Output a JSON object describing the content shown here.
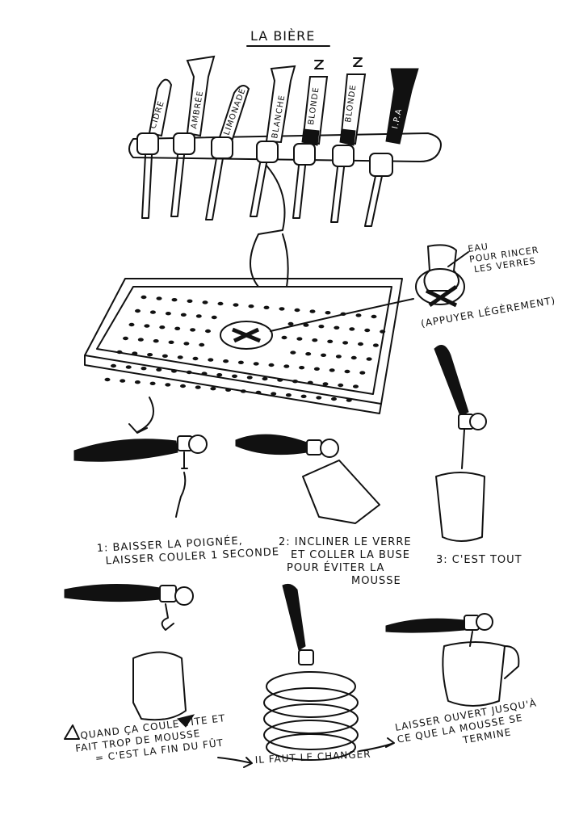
{
  "title": "LA BIÈRE",
  "taps": [
    "CIDRE",
    "AMBRÉE",
    "LIMONADE",
    "BLANCHE",
    "BLONDE",
    "BLONDE",
    "I.P.A"
  ],
  "rinser": {
    "note_lines": [
      "EAU",
      "POUR RINCER",
      "LES VERRES"
    ],
    "instruction": "(APPUYER LÉGÈREMENT)"
  },
  "steps": [
    {
      "lines": [
        "1: BAISSER LA POIGNÉE,",
        "LAISSER COULER 1 SECONDE"
      ]
    },
    {
      "lines": [
        "2: INCLINER LE VERRE",
        "ET COLLER LA BUSE",
        "POUR ÉVITER LA",
        "MOUSSE"
      ]
    },
    {
      "lines": [
        "3: C'EST TOUT"
      ]
    }
  ],
  "keg_change": {
    "warning_lines": [
      "QUAND ÇA COULE VITE ET",
      "FAIT TROP DE MOUSSE",
      "= C'EST LA FIN DU FÛT"
    ],
    "change": "IL FAUT LE CHANGER",
    "open_lines": [
      "LAISSER OUVERT JUSQU'À",
      "CE QUE LA MOUSSE SE",
      "TERMINE"
    ]
  },
  "colors": {
    "ink": "#111111",
    "paper": "#ffffff"
  }
}
